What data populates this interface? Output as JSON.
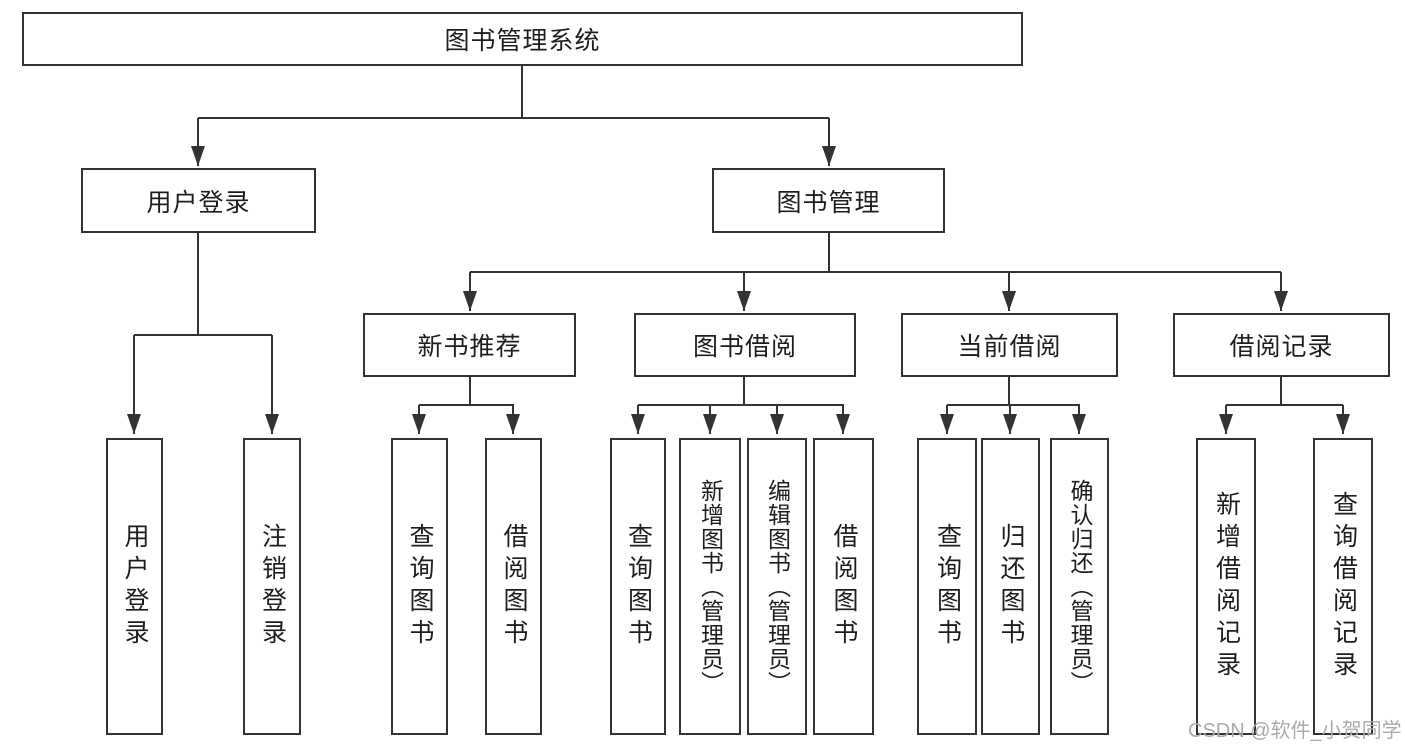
{
  "watermark": "CSDN @软件_小贺同学",
  "colors": {
    "background": "#ffffff",
    "line": "#333333",
    "box_border": "#333333",
    "text": "#1e1e1e",
    "watermark": "#ababab"
  },
  "hierarchy": {
    "label": "图书管理系统",
    "children": [
      {
        "label": "用户登录",
        "children": [
          {
            "label": "用户登录"
          },
          {
            "label": "注销登录"
          }
        ]
      },
      {
        "label": "图书管理",
        "children": [
          {
            "label": "新书推荐",
            "children": [
              {
                "label": "查询图书"
              },
              {
                "label": "借阅图书"
              }
            ]
          },
          {
            "label": "图书借阅",
            "children": [
              {
                "label": "查询图书"
              },
              {
                "label": "新增图书（管理员）"
              },
              {
                "label": "编辑图书（管理员）"
              },
              {
                "label": "借阅图书"
              }
            ]
          },
          {
            "label": "当前借阅",
            "children": [
              {
                "label": "查询图书"
              },
              {
                "label": "归还图书"
              },
              {
                "label": "确认归还（管理员）"
              }
            ]
          },
          {
            "label": "借阅记录",
            "children": [
              {
                "label": "新增借阅记录"
              },
              {
                "label": "查询借阅记录"
              }
            ]
          }
        ]
      }
    ]
  }
}
